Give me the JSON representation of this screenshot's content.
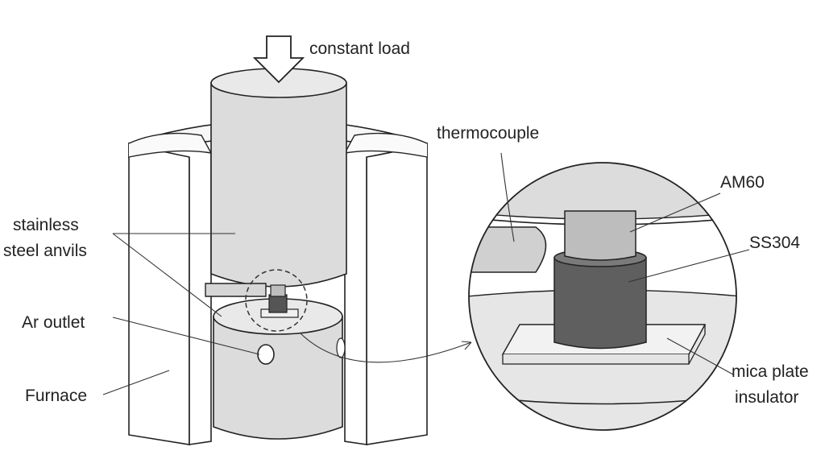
{
  "labels": {
    "constant_load": "constant load",
    "thermocouple": "thermocouple",
    "stainless_line1": "stainless",
    "stainless_line2": "steel anvils",
    "ar_outlet": "Ar outlet",
    "furnace": "Furnace",
    "am60": "AM60",
    "ss304": "SS304",
    "mica_line1": "mica plate",
    "mica_line2": "insulator"
  },
  "colors": {
    "anvil": "#dcdcdc",
    "anvil_top": "#e9e9e9",
    "furnace": "#ffffff",
    "am60": "#bdbdbd",
    "ss304": "#5f5f5f",
    "mica": "#f2f2f2",
    "outline": "#222222"
  }
}
